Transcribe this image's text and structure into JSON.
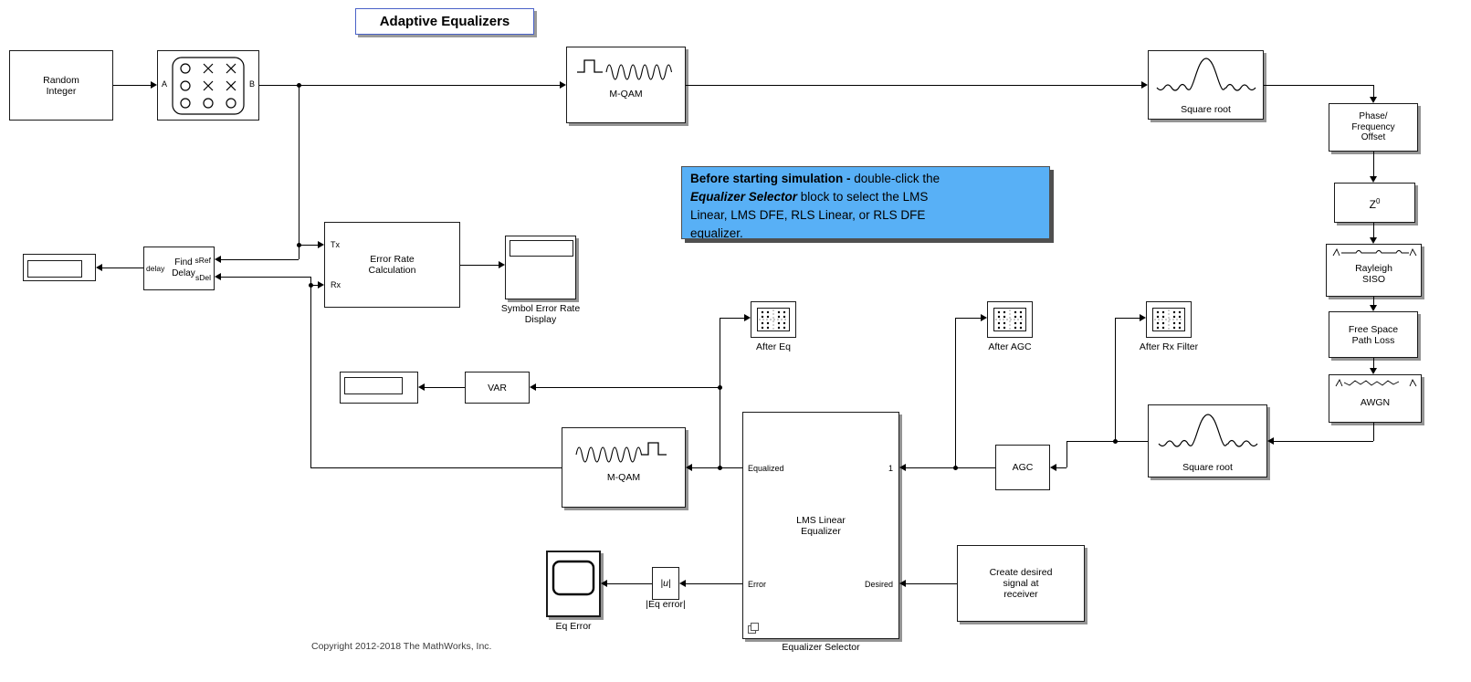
{
  "title": "Adaptive Equalizers",
  "copyright": "Copyright 2012-2018 The MathWorks, Inc.",
  "colors": {
    "annotation_bg": "#58b0f6",
    "title_border": "#4a62c8",
    "wire": "#000000"
  },
  "annotation": {
    "line1_bold": "Before starting simulation - ",
    "line1_rest": "double-click the",
    "line2_emph": "Equalizer Selector",
    "line2_rest": " block to select the LMS",
    "line3": "Linear, LMS DFE, RLS Linear, or RLS DFE",
    "line4": "equalizer."
  },
  "blocks": {
    "random_integer": {
      "label": "Random\nInteger"
    },
    "mapper": {
      "port_a": "A",
      "port_b": "B"
    },
    "mqam_mod": {
      "label": "M-QAM"
    },
    "sqrt_tx": {
      "label": "Square root"
    },
    "phase_freq": {
      "label": "Phase/\nFrequency\nOffset"
    },
    "delay_z": {
      "base": "Z",
      "exp": "0"
    },
    "rayleigh": {
      "label": "Rayleigh\nSISO"
    },
    "fspl": {
      "label": "Free Space\nPath Loss"
    },
    "awgn": {
      "label": "AWGN"
    },
    "sqrt_rx": {
      "label": "Square root"
    },
    "agc": {
      "label": "AGC"
    },
    "scope_after_eq": {
      "caption": "After Eq"
    },
    "scope_after_agc": {
      "caption": "After AGC"
    },
    "scope_after_rx": {
      "caption": "After Rx Filter"
    },
    "lms": {
      "label": "LMS Linear\nEqualizer",
      "caption": "Equalizer Selector",
      "port_equalized": "Equalized",
      "port_error": "Error",
      "port_desired": "Desired",
      "port_in": "1"
    },
    "mqam_demod": {
      "label": "M-QAM"
    },
    "var": {
      "label": "VAR"
    },
    "error_rate": {
      "label": "Error Rate\nCalculation",
      "port_tx": "Tx",
      "port_rx": "Rx"
    },
    "ser_display": {
      "caption": "Symbol Error Rate\nDisplay"
    },
    "find_delay": {
      "label": "Find\nDelay",
      "port_delay": "delay",
      "port_sref": "sRef",
      "port_sdel": "sDel"
    },
    "eq_error": {
      "caption": "Eq Error"
    },
    "abs": {
      "label": "|u|",
      "caption": "|Eq error|"
    },
    "create_desired": {
      "label": "Create desired\nsignal at\nreceiver"
    }
  }
}
